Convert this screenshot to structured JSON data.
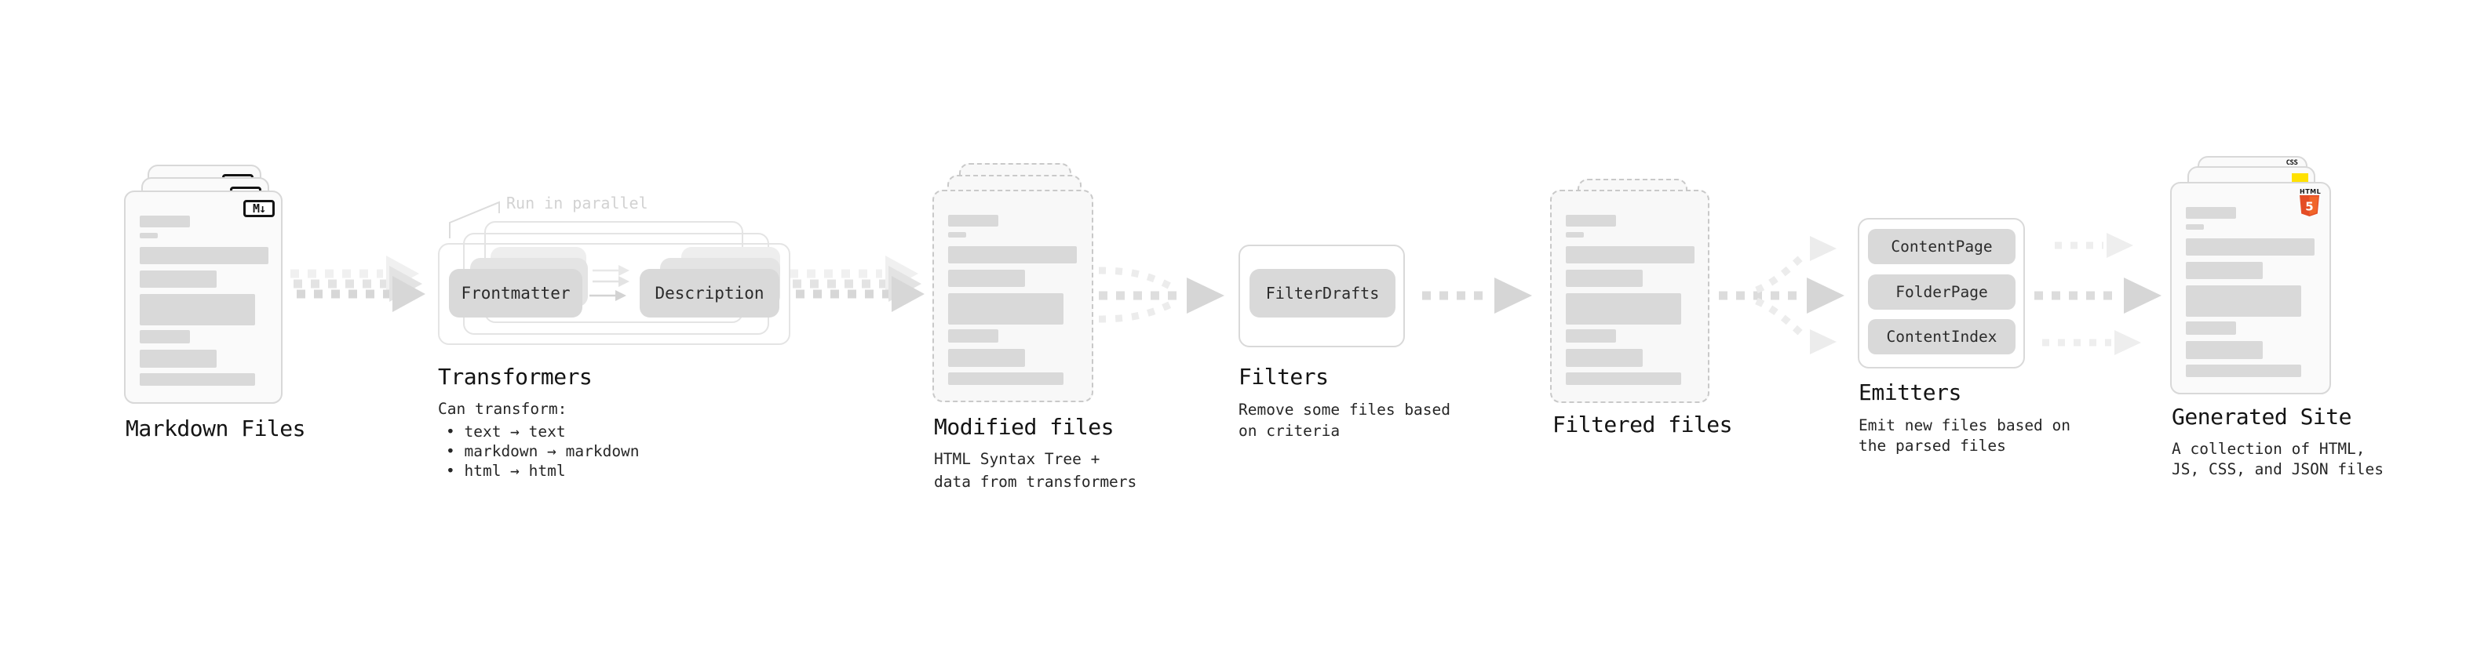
{
  "diagram": {
    "markdown_files": {
      "label": "Markdown Files",
      "badge": "M↓"
    },
    "transformers": {
      "callout": "Run in parallel",
      "pill_left": "Frontmatter",
      "pill_right": "Description",
      "heading": "Transformers",
      "intro": "Can transform:",
      "bullets": [
        "• text → text",
        "• markdown → markdown",
        "• html → html"
      ]
    },
    "modified_files": {
      "label": "Modified files",
      "description": "HTML Syntax Tree +\ndata from transformers"
    },
    "filters": {
      "pill": "FilterDrafts",
      "heading": "Filters",
      "description": "Remove some files based\non criteria"
    },
    "filtered_files": {
      "label": "Filtered files"
    },
    "emitters": {
      "pills": [
        "ContentPage",
        "FolderPage",
        "ContentIndex"
      ],
      "heading": "Emitters",
      "description": "Emit new files based on\nthe parsed files"
    },
    "generated_site": {
      "label": "Generated Site",
      "description": "A collection of HTML,\nJS, CSS, and JSON files",
      "badge_css": "CSS",
      "badge_html_top": "HTML",
      "badge_html_number": "5"
    },
    "colors": {
      "html5_orange": "#E44D26",
      "js_yellow": "#FFE100",
      "css_blue": "#2D67E8",
      "placeholder_gray": "#D9D9D9"
    }
  }
}
